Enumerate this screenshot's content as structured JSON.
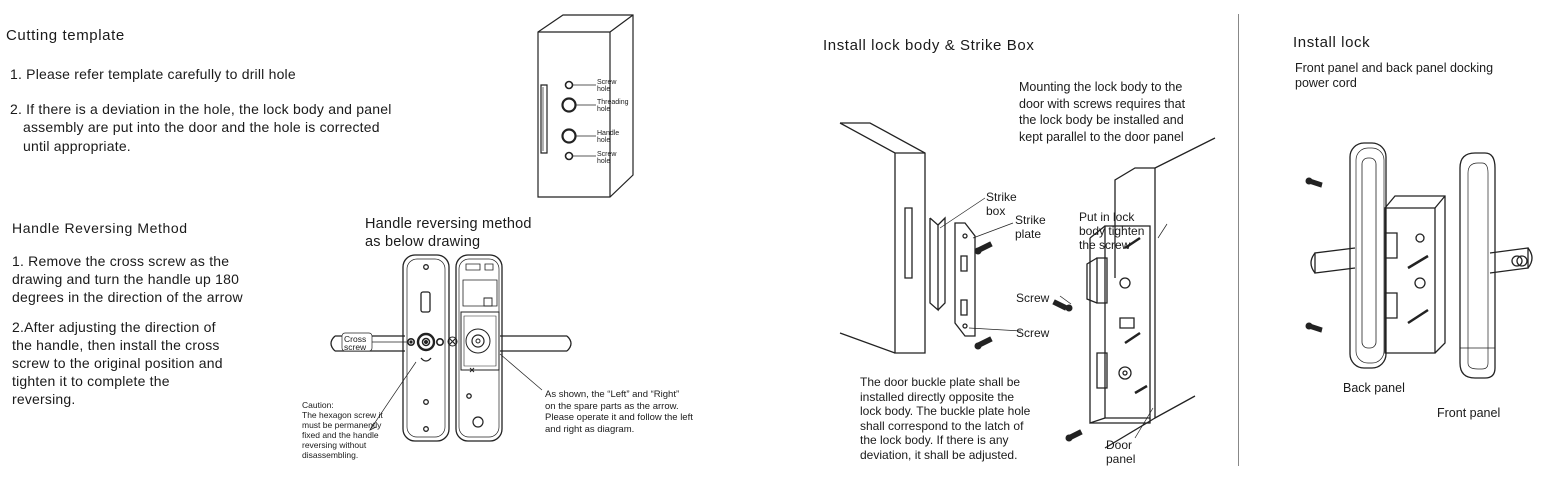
{
  "cutting": {
    "title": "Cutting template",
    "step1": "1. Please refer template carefully to drill hole",
    "step2_l1": "2. If there is a deviation in the hole, the lock body and panel",
    "step2_l2": "assembly are put into the door and the hole is corrected",
    "step2_l3": "until appropriate.",
    "template_labels": {
      "screw_hole_top": [
        "Screw",
        "hole"
      ],
      "threading_hole": [
        "Threading",
        "hole"
      ],
      "handle_hole": [
        "Handle",
        "hole"
      ],
      "screw_hole_bottom": [
        "Screw",
        "hole"
      ]
    }
  },
  "reversing": {
    "title": "Handle Reversing Method",
    "step1": [
      "1. Remove the cross screw as the",
      "drawing and turn the handle up 180",
      "degrees in the direction of the arrow"
    ],
    "step2": [
      "2.After adjusting the direction of",
      "the handle, then install the cross",
      "screw to the original position and",
      "tighten it to complete the",
      "reversing."
    ],
    "drawing_title": [
      "Handle reversing method",
      "as below drawing"
    ],
    "cross_screw_label": [
      "Cross",
      "screw"
    ],
    "caution": [
      "Caution:",
      "The hexagon screw it",
      "must be permanently",
      "fixed and the handle",
      "reversing without",
      "disassembling."
    ],
    "note": [
      "As shown, the “Left” and “Right”",
      "on the spare parts as the arrow.",
      "Please operate it and follow the left",
      "and right as diagram."
    ]
  },
  "install_body": {
    "title": "Install lock body & Strike Box",
    "mounting_note": [
      "Mounting the lock body to the",
      "door with screws requires that",
      "the lock body be installed and",
      "kept parallel to the door panel"
    ],
    "strike_box": [
      "Strike",
      "box"
    ],
    "strike_plate": [
      "Strike",
      "plate"
    ],
    "put_in": [
      "Put in lock",
      "body tighten",
      "the screw"
    ],
    "screw_a": "Screw",
    "screw_b": "Screw",
    "buckle_note": [
      "The door buckle plate shall be",
      "installed directly opposite the",
      "lock body. The buckle plate hole",
      "shall correspond to the latch of",
      "the lock body. If there is any",
      "deviation, it shall be adjusted."
    ],
    "door_panel": [
      "Door",
      "panel"
    ]
  },
  "install_lock": {
    "title": "Install lock",
    "subtitle": [
      "Front panel and back panel docking",
      "power cord"
    ],
    "back_panel": "Back panel",
    "front_panel": "Front panel"
  }
}
